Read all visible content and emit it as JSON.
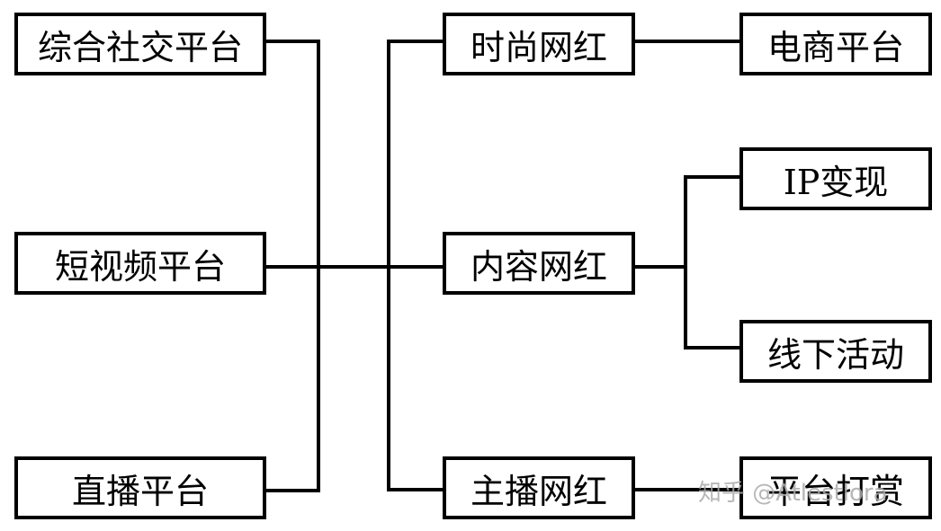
{
  "platforms": [
    {
      "label": "综合社交平台"
    },
    {
      "label": "短视频平台"
    },
    {
      "label": "直播平台"
    }
  ],
  "influencers": [
    {
      "label": "时尚网红"
    },
    {
      "label": "内容网红"
    },
    {
      "label": "主播网红"
    }
  ],
  "monetization": [
    {
      "label": "电商平台"
    },
    {
      "label": "IP变现"
    },
    {
      "label": "线下活动"
    },
    {
      "label": "平台打赏"
    }
  ],
  "watermark": "知乎 @Atlestlora",
  "colors": {
    "line": "#000000",
    "box_border": "#000000",
    "background": "#ffffff"
  }
}
